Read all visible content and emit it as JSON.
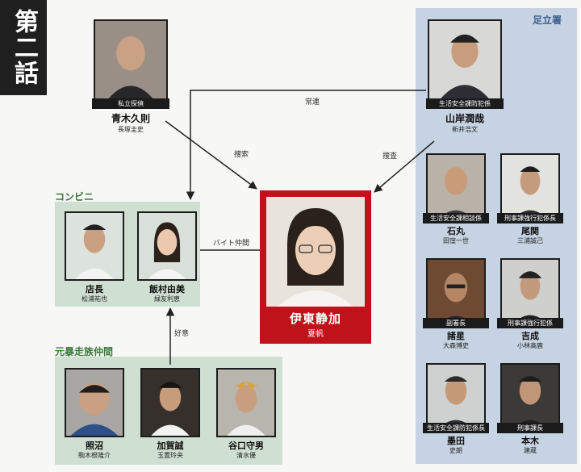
{
  "episode": "第二話",
  "groups": {
    "police": "足立署",
    "conbini": "コンビニ",
    "gang": "元暴走族仲間"
  },
  "relations": {
    "regular": "常連",
    "search_left": "捜索",
    "search_right": "捜査",
    "part_time": "バイト仲間",
    "crush": "好意"
  },
  "main": {
    "name": "伊東静加",
    "actor": "夏帆"
  },
  "characters": {
    "aoki": {
      "role": "私立探偵",
      "name": "青木久則",
      "actor": "長塚圭史"
    },
    "yamagishi": {
      "role": "生活安全課防犯係",
      "name": "山岸潤哉",
      "actor": "新井浩文"
    },
    "ishimaru": {
      "role": "生活安全課相談係",
      "name": "石丸",
      "actor": "田窪一世"
    },
    "ozeki": {
      "role": "刑事課強行犯係長",
      "name": "尾関",
      "actor": "三浦誠己"
    },
    "morohoshi": {
      "role": "副署長",
      "name": "諸星",
      "actor": "大森博史"
    },
    "yoshinari": {
      "role": "刑事課強行犯係",
      "name": "吉成",
      "actor": "小林高鹿"
    },
    "sumida": {
      "role": "生活安全課防犯係長",
      "name": "墨田",
      "actor": "史朗"
    },
    "motoki": {
      "role": "刑事課長",
      "name": "本木",
      "actor": "建蔵"
    },
    "tencho": {
      "name": "店長",
      "actor": "松浦祐也"
    },
    "iimura": {
      "name": "飯村由美",
      "actor": "緑友利恵"
    },
    "terunuma": {
      "name": "照沼",
      "actor": "駒木根隆介"
    },
    "kagama": {
      "name": "加賀誠",
      "actor": "玉置玲央"
    },
    "taniguchi": {
      "name": "谷口守男",
      "actor": "清水優"
    }
  },
  "colors": {
    "accent_red": "#c0121a",
    "police_panel": "#c6d3e3",
    "conbini_panel": "#cfe0d3"
  }
}
